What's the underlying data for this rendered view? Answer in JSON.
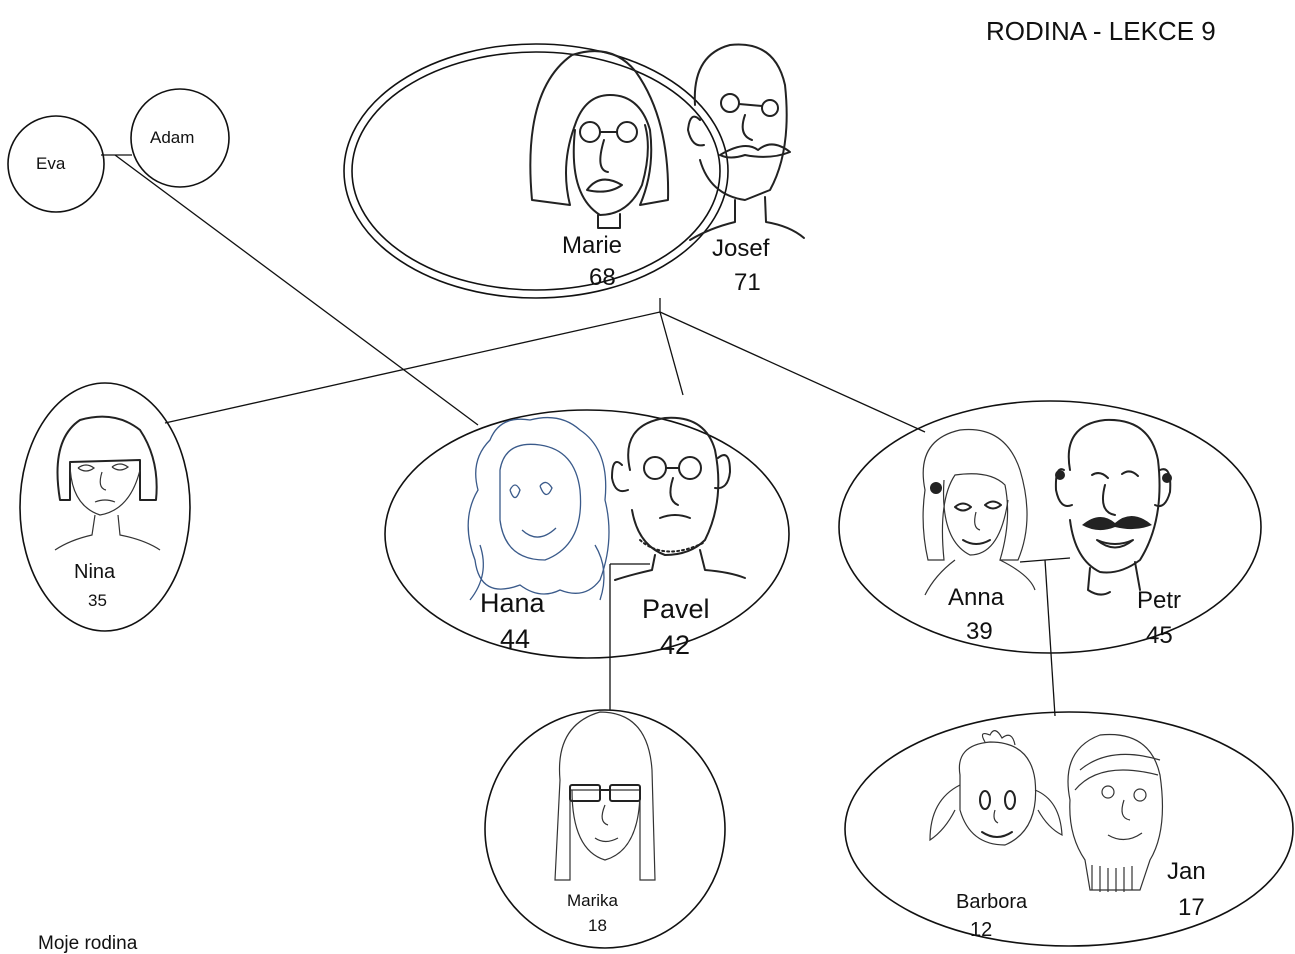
{
  "title": "RODINA - LEKCE 9",
  "caption": "Moje rodina",
  "people": {
    "eva": {
      "name": "Eva"
    },
    "adam": {
      "name": "Adam"
    },
    "marie": {
      "name": "Marie",
      "age": "68"
    },
    "josef": {
      "name": "Josef",
      "age": "71"
    },
    "nina": {
      "name": "Nina",
      "age": "35"
    },
    "hana": {
      "name": "Hana",
      "age": "44"
    },
    "pavel": {
      "name": "Pavel",
      "age": "42"
    },
    "anna": {
      "name": "Anna",
      "age": "39"
    },
    "petr": {
      "name": "Petr",
      "age": "45"
    },
    "marika": {
      "name": "Marika",
      "age": "18"
    },
    "barbora": {
      "name": "Barbora",
      "age": "12"
    },
    "jan": {
      "name": "Jan",
      "age": "17"
    }
  }
}
